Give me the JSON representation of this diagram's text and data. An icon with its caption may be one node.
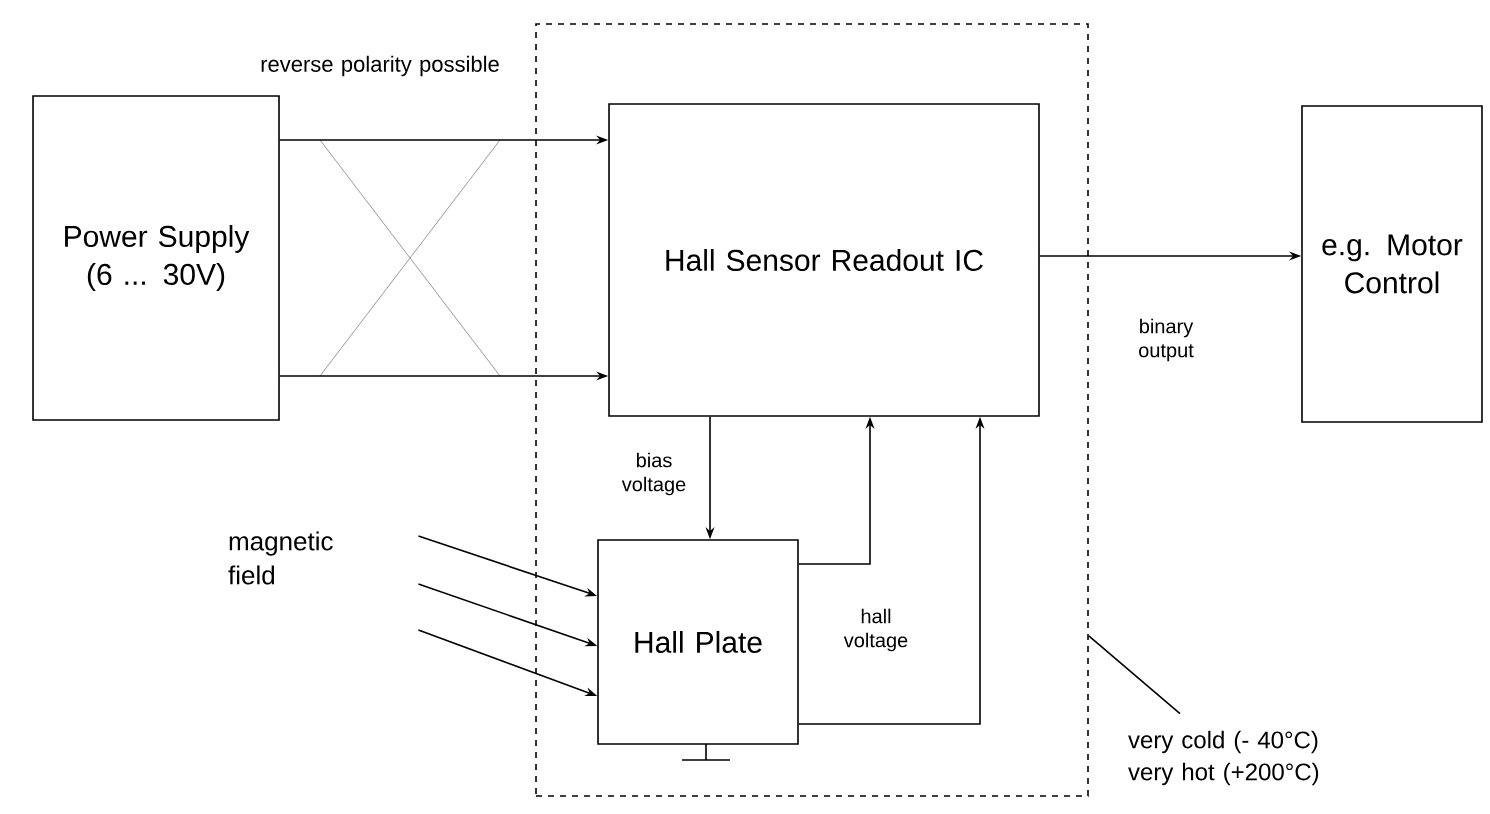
{
  "diagram": {
    "nodes": [
      {
        "text": [
          "Power Supply (6 ... 30V)"
        ]
      },
      {
        "text": [],
        "shape": "box"
      },
      {
        "text": [
          "Hall Sensor Readout IC"
        ],
        "in": 1
      },
      {
        "text": [
          "e.g. Motor Control"
        ]
      },
      {
        "text": [
          "magnetic field"
        ]
      },
      {
        "text": [
          "Hall Plate"
        ],
        "in": 1
      },
      {
        "text": [
          "very cold (- 40°C)",
          "very hot (+200°C)"
        ]
      }
    ],
    "edges": [
      {
        "from": 0,
        "to": 2,
        "arrow": "to"
      },
      {
        "from": 0,
        "to": 2,
        "arrow": "to"
      },
      {
        "from": 2,
        "to": 3,
        "arrow": "to",
        "label": "binary output"
      },
      {
        "from": 2,
        "to": 5,
        "arrow": "to",
        "label": "bias voltage"
      },
      {
        "from": 5,
        "to": 2,
        "arrow": "to",
        "label": "hall voltage"
      },
      {
        "from": 5,
        "to": 2,
        "arrow": "to"
      },
      {
        "from": 4,
        "to": 5,
        "arrow": "to"
      },
      {
        "from": 4,
        "to": 5,
        "arrow": "to"
      },
      {
        "from": 4,
        "to": 5,
        "arrow": "to"
      },
      {
        "from": 6,
        "to": 1,
        "arrow": "none"
      }
    ],
    "labels": [
      "reverse polarity possible"
    ]
  }
}
